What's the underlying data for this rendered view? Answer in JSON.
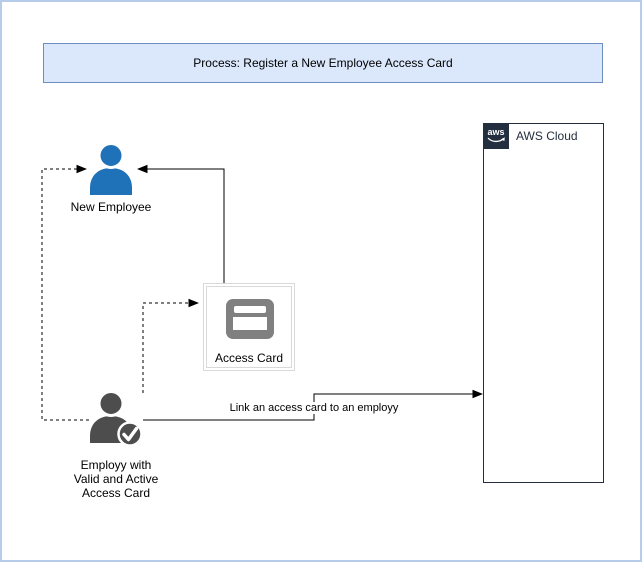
{
  "page": {
    "background_color": "#ffffff",
    "border_color": "#b7cceb"
  },
  "title_bar": {
    "text": "Process: Register a New Employee Access Card",
    "fill_color": "#dbe8fc",
    "border_color": "#6c8ebf"
  },
  "nodes": {
    "new_employee": {
      "label": "New Employee",
      "icon": "person-icon",
      "icon_color": "#2072b8"
    },
    "access_card": {
      "label": "Access Card",
      "icon": "id-card-icon",
      "icon_color": "#808080",
      "border_color": "#d9d9d9"
    },
    "employee_valid": {
      "label_lines": [
        "Employy with",
        "Valid and Active",
        "Access Card"
      ],
      "icon": "person-check-icon",
      "icon_color": "#4d4d4d"
    },
    "aws_cloud": {
      "label": "AWS Cloud",
      "logo_text": "aws",
      "logo_background": "#232f3e",
      "border_color": "#232f3e"
    }
  },
  "edges": {
    "link_card_to_employee": {
      "label": "Link an access card to an employy",
      "style": "solid"
    },
    "employee_to_new_employee": {
      "style": "dashed"
    },
    "employee_to_access_card": {
      "style": "dashed"
    },
    "access_card_to_new_employee": {
      "style": "solid"
    }
  }
}
